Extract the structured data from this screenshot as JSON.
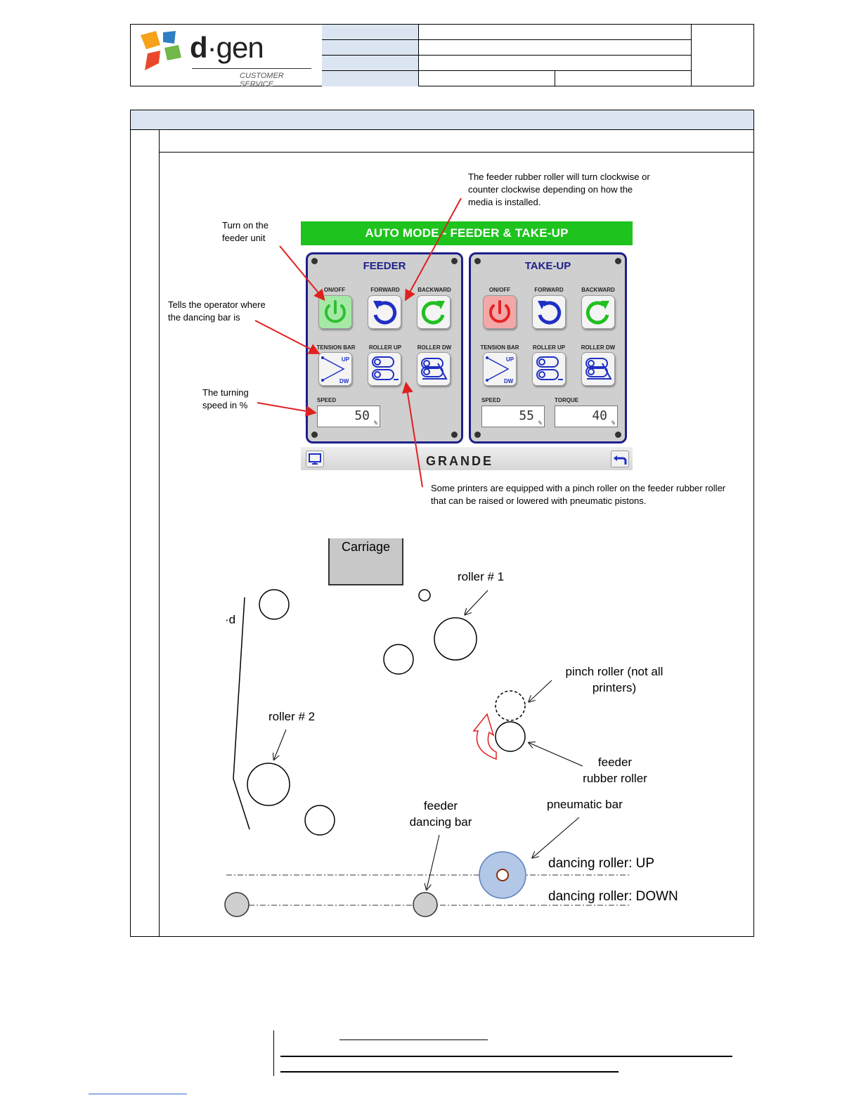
{
  "brand": {
    "name_d": "d",
    "name_gen": "gen",
    "subtitle": "CUSTOMER SERVICE"
  },
  "hmi": {
    "title": "AUTO MODE - FEEDER & TAKE-UP",
    "feeder": {
      "title": "FEEDER",
      "onoff_label": "ON/OFF",
      "forward_label": "FORWARD",
      "backward_label": "BACKWARD",
      "tension_label": "TENSION BAR",
      "roller_up_label": "ROLLER UP",
      "roller_dw_label": "ROLLER DW",
      "speed_label": "SPEED",
      "speed_value": "50",
      "unit": "%",
      "tension_up": "UP",
      "tension_dw": "DW",
      "power_color": "#2fbf2f"
    },
    "takeup": {
      "title": "TAKE-UP",
      "onoff_label": "ON/OFF",
      "forward_label": "FORWARD",
      "backward_label": "BACKWARD",
      "tension_label": "TENSION BAR",
      "roller_up_label": "ROLLER UP",
      "roller_dw_label": "ROLLER DW",
      "speed_label": "SPEED",
      "speed_value": "55",
      "torque_label": "TORQUE",
      "torque_value": "40",
      "unit": "%",
      "tension_up": "UP",
      "tension_dw": "DW",
      "power_color": "#e52424"
    },
    "footer_logo": "GRANDE"
  },
  "annotations": {
    "turn_on": "Turn on the\nfeeder unit",
    "dancing_bar": "Tells the operator where\nthe dancing bar is",
    "turning_speed": "The turning\nspeed in %",
    "rubber_roller": "The feeder rubber roller will turn clockwise or\ncounter clockwise depending on how the\nmedia is installed.",
    "pinch": "Some printers are equipped with a pinch roller on the feeder rubber roller\nthat can be raised or lowered with pneumatic pistons."
  },
  "diagram": {
    "carriage": "Carriage",
    "roller1": "roller # 1",
    "roller2": "roller # 2",
    "pinch_roller": "pinch roller (not all\nprinters)",
    "feeder_rubber": "feeder\nrubber roller",
    "feeder_dancing": "feeder\ndancing bar",
    "pneumatic_bar": "pneumatic bar",
    "dancing_up": "dancing roller: UP",
    "dancing_down": "dancing roller: DOWN",
    "partial_left": "·d",
    "accent_blue": "#b3c7e6",
    "arrow_red": "#e02020"
  }
}
